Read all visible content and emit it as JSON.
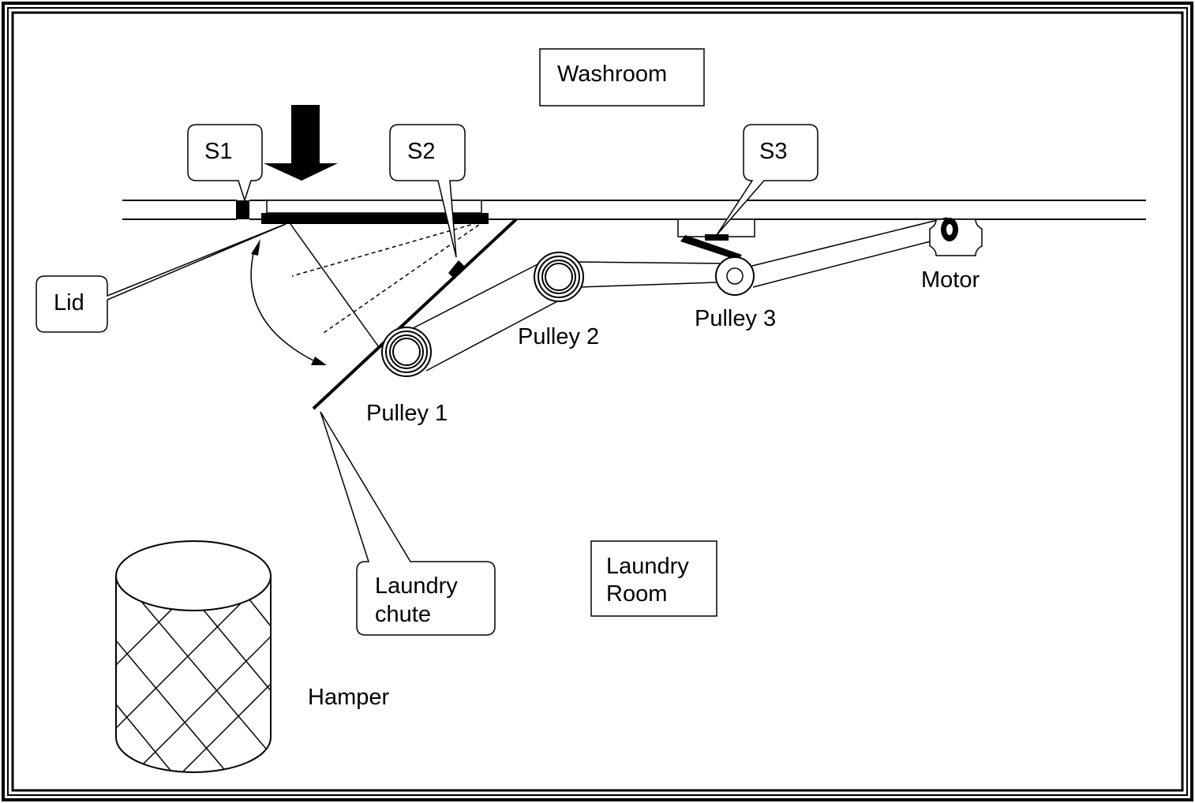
{
  "labels": {
    "washroom": "Washroom",
    "laundry_room_line1": "Laundry",
    "laundry_room_line2": "Room",
    "s1": "S1",
    "s2": "S2",
    "s3": "S3",
    "lid": "Lid",
    "laundry_chute_line1": "Laundry",
    "laundry_chute_line2": "chute",
    "pulley1": "Pulley 1",
    "pulley2": "Pulley 2",
    "pulley3": "Pulley 3",
    "motor": "Motor",
    "hamper": "Hamper"
  },
  "colors": {
    "ink": "#000000",
    "background": "#ffffff"
  }
}
